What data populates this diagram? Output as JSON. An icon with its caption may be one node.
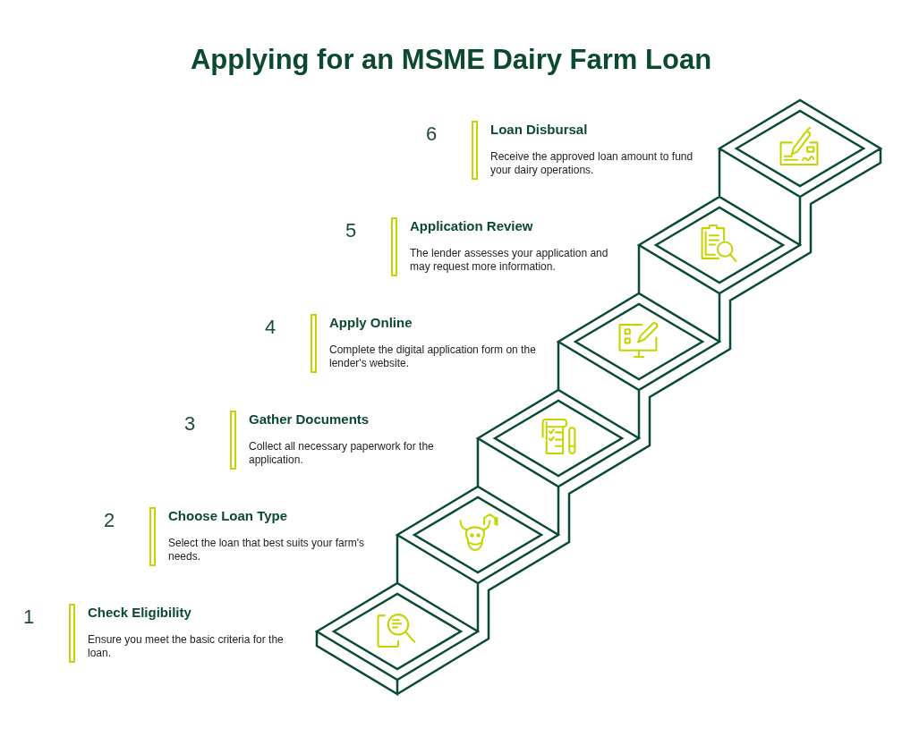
{
  "diagram": {
    "title": "Applying for an MSME Dairy Farm Loan",
    "nodes": [
      {
        "text": [
          "Check Eligibility",
          "Ensure you meet the basic criteria for the loan."
        ],
        "beside": [
          "1"
        ]
      },
      {
        "text": [
          "Choose Loan Type",
          "Select the loan that best suits your farm's needs."
        ],
        "beside": [
          "2"
        ]
      },
      {
        "text": [
          "Gather Documents",
          "Collect all necessary paperwork for the application."
        ],
        "beside": [
          "3"
        ]
      },
      {
        "text": [
          "Apply Online",
          "Complete the digital application form on the lender's website."
        ],
        "beside": [
          "4"
        ]
      },
      {
        "text": [
          "Application Review",
          "The lender assesses your application and may request more information."
        ],
        "beside": [
          "5"
        ]
      },
      {
        "text": [
          "Loan Disbursal",
          "Receive the approved loan amount to fund your dairy operations."
        ],
        "beside": [
          "6"
        ]
      }
    ]
  }
}
